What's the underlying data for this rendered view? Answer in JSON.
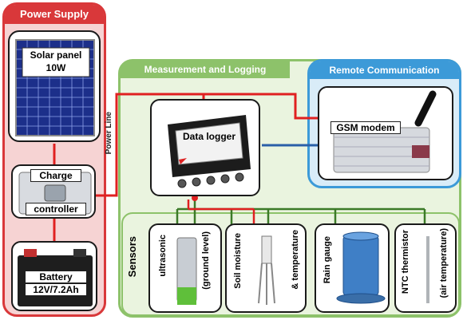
{
  "power_supply": {
    "title": "Power Supply",
    "solar_panel_label": "Solar panel",
    "solar_panel_power": "10W",
    "charge_label": "Charge",
    "controller_label": "controller",
    "battery_label": "Battery",
    "battery_spec": "12V/7.2Ah",
    "power_line_label": "Power Line"
  },
  "measurement": {
    "title": "Measurement and Logging",
    "logger_label": "Data logger"
  },
  "remote": {
    "title": "Remote Communication",
    "modem_label": "GSM modem"
  },
  "sensors": {
    "title": "Sensors",
    "ultrasonic_label": "ultrasonic",
    "ultrasonic_sub": "(ground level)",
    "soil_label": "Soil moisture",
    "soil_sub": "& temperature",
    "rain_label": "Rain gauge",
    "ntc_label": "NTC thermistor",
    "ntc_sub": "(air temperature)"
  },
  "colors": {
    "power_red": "#d9383a",
    "power_bg": "#f6d3d3",
    "measure_green": "#8dc26a",
    "measure_bg": "#eaf4df",
    "remote_blue": "#3c9ad8",
    "remote_bg": "#d9ecf8",
    "power_line": "#e02020",
    "data_line": "#2a5fa8",
    "sensor_line": "#3c7a28"
  }
}
